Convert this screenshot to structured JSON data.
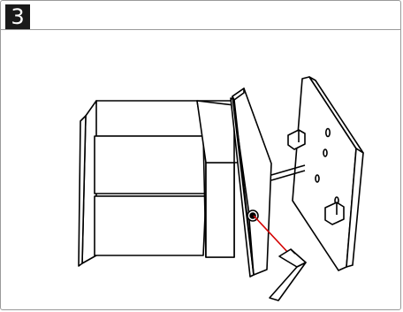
{
  "step": {
    "number": "3"
  },
  "colors": {
    "line": "#000000",
    "badge_bg": "#1a1a1a",
    "badge_text": "#ffffff",
    "callout": "#d40000",
    "frame_border": "#9a9a9a"
  },
  "illustration": {
    "parts": [
      "drawer-box",
      "drawer-front-panel",
      "mounting-bracket",
      "hex-key"
    ],
    "icon": "hex-key-icon"
  }
}
